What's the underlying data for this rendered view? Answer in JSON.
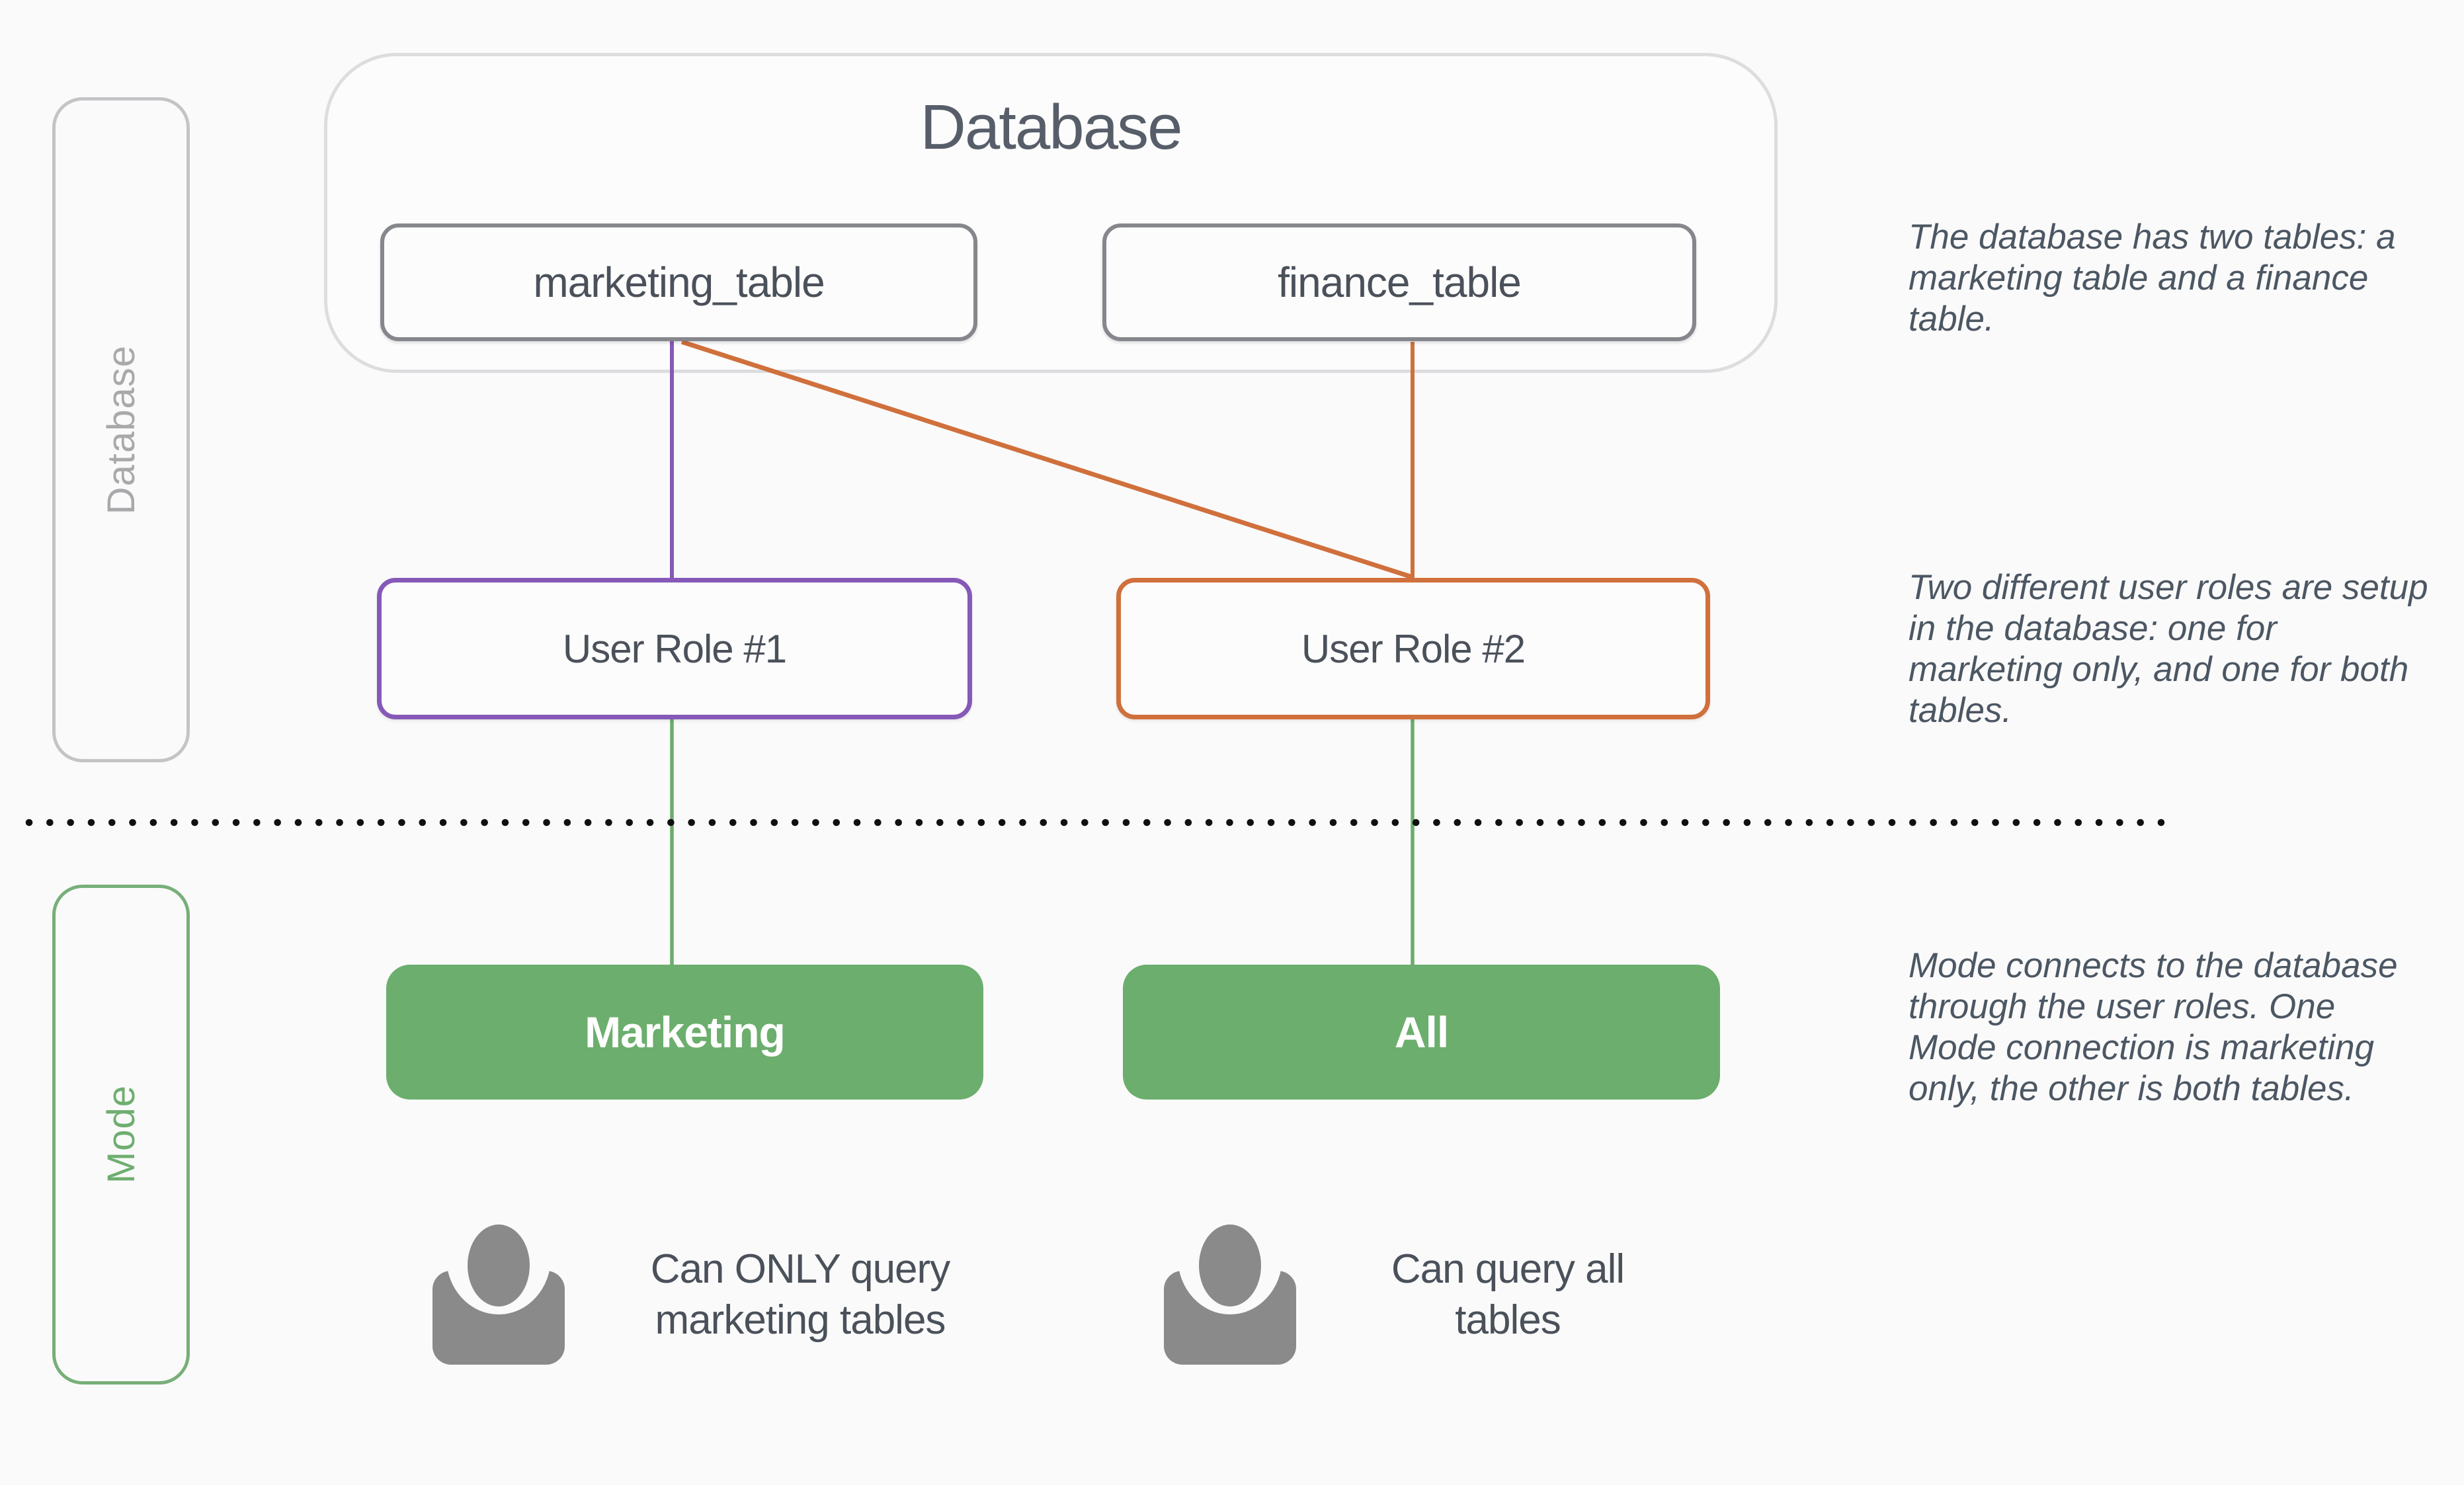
{
  "side_labels": {
    "database": "Database",
    "mode": "Mode"
  },
  "database_section": {
    "title": "Database",
    "tables": [
      {
        "label": "marketing_table"
      },
      {
        "label": "finance_table"
      }
    ]
  },
  "roles": [
    {
      "label": "User Role #1"
    },
    {
      "label": "User Role #2"
    }
  ],
  "mode_connections": [
    {
      "label": "Marketing"
    },
    {
      "label": "All"
    }
  ],
  "capabilities": [
    {
      "lines": [
        "Can ONLY query",
        "marketing tables"
      ]
    },
    {
      "lines": [
        "Can query all",
        "tables"
      ]
    }
  ],
  "annotations": [
    {
      "lines": [
        "The database has two tables: a",
        "marketing table and a finance",
        "table."
      ]
    },
    {
      "lines": [
        "Two different user roles are setup",
        "in the database: one for",
        "marketing only, and one for both",
        "tables."
      ]
    },
    {
      "lines": [
        "Mode connects to the database",
        "through the user roles. One",
        "Mode connection is marketing",
        "only, the other is both tables."
      ]
    }
  ],
  "colors": {
    "background": "#FAFAFA",
    "purple": "#8659B8",
    "orange": "#D0703C",
    "green": "#6CAE6D",
    "green_line": "#6BAD6C",
    "gray_border": "#85878C",
    "light_border": "#DDDDE0",
    "tag_gray": "#A9A9AC",
    "text": "#4B515A",
    "divider_dots": "#101010",
    "icon_gray": "#8A8A8A"
  },
  "icons": {
    "user": "user-icon"
  }
}
